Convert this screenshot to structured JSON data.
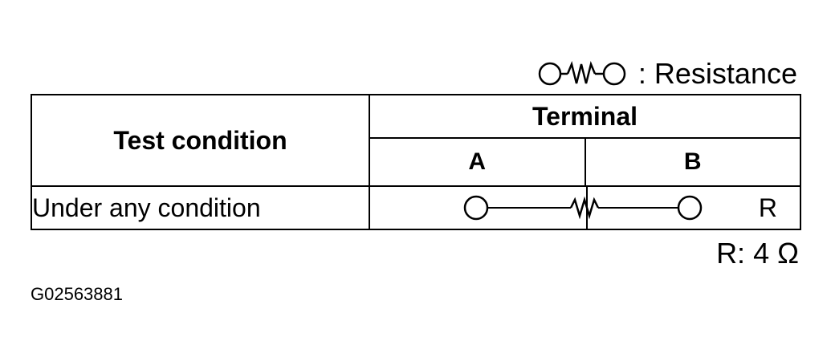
{
  "legend": {
    "symbol": "resistor-symbol",
    "separator": ":",
    "label": "Resistance"
  },
  "table": {
    "test_condition_header": "Test condition",
    "terminal_header": "Terminal",
    "terminal_a": "A",
    "terminal_b": "B",
    "rows": [
      {
        "condition": "Under any condition",
        "connection": "resistance",
        "mark": "R"
      }
    ]
  },
  "spec": "R: 4 Ω",
  "figure_id": "G02563881"
}
